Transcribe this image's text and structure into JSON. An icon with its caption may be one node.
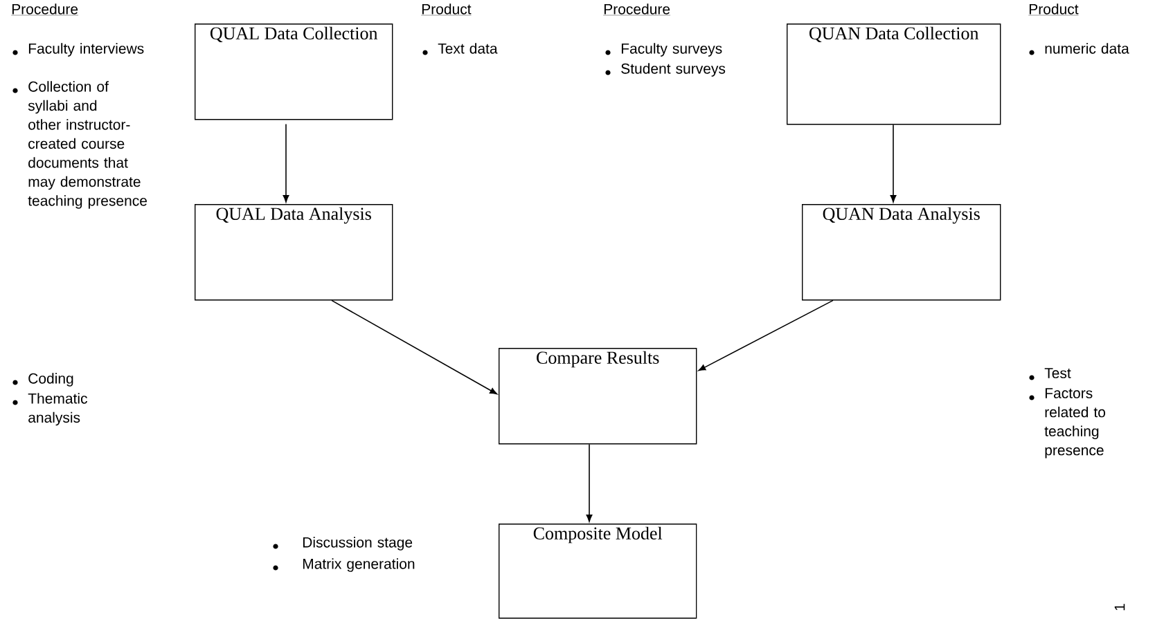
{
  "diagram": {
    "nodes": [
      {
        "text": [
          "QUAL Data Collection"
        ]
      },
      {
        "text": [
          "QUAL Data Analysis"
        ]
      },
      {
        "text": [
          "QUAN Data Collection"
        ]
      },
      {
        "text": [
          "QUAN Data Analysis"
        ]
      },
      {
        "text": [
          "Compare Results"
        ]
      },
      {
        "text": [
          "Composite Model"
        ]
      }
    ],
    "edges": [
      {
        "from": 0,
        "to": 1,
        "arrow": "to"
      },
      {
        "from": 2,
        "to": 3,
        "arrow": "to"
      },
      {
        "from": 1,
        "to": 4,
        "arrow": "to"
      },
      {
        "from": 3,
        "to": 4,
        "arrow": "to"
      },
      {
        "from": 4,
        "to": 5,
        "arrow": "to"
      }
    ],
    "labels": [
      "Procedure",
      "Faculty interviews",
      "Collection of syllabi and other instructor-created course documents that may demonstrate teaching presence",
      "Product",
      "Text data",
      "Procedure",
      "Faculty surveys",
      "Student surveys",
      "Product",
      "numeric data",
      "Coding",
      "Thematic analysis",
      "Test",
      "Factors related to teaching presence",
      "Discussion stage",
      "Matrix generation",
      "1"
    ]
  }
}
